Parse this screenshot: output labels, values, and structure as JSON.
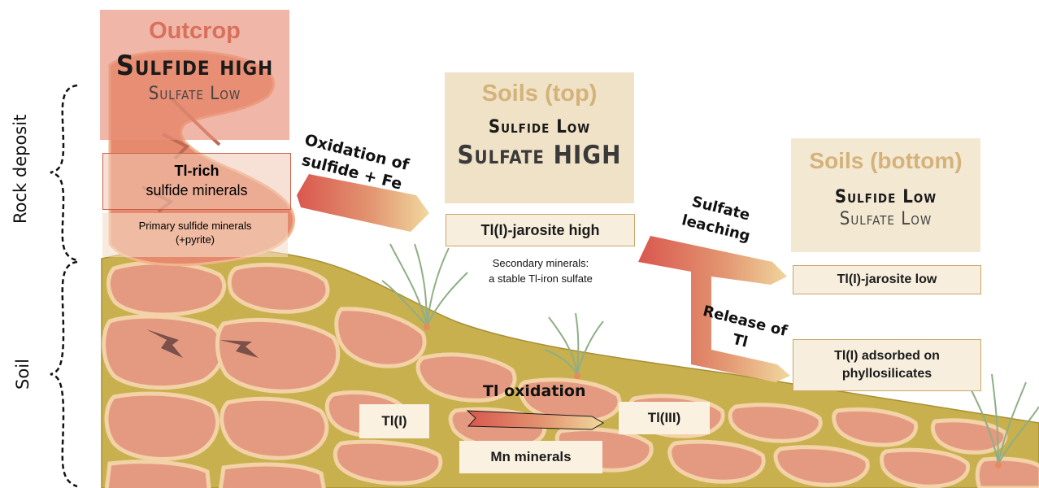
{
  "side_labels": {
    "rock_deposit": "Rock deposit",
    "soil": "Soil"
  },
  "outcrop": {
    "title": "Outcrop",
    "sulfide": "Sulfide high",
    "sulfate": "Sulfate Low",
    "tl_rich_line1": "Tl-rich",
    "tl_rich_line2": "sulfide minerals",
    "primary_line1": "Primary sulfide minerals",
    "primary_line2": "(+pyrite)"
  },
  "soils_top": {
    "title": "Soils (top)",
    "sulfide": "Sulfide Low",
    "sulfate": "Sulfate HIGH",
    "jarosite": "Tl(I)-jarosite high",
    "secondary_line1": "Secondary minerals:",
    "secondary_line2": "a stable Tl-iron sulfate"
  },
  "soils_bottom": {
    "title": "Soils (bottom)",
    "sulfide": "Sulfide Low",
    "sulfate": "Sulfate Low",
    "jarosite": "Tl(I)-jarosite low",
    "adsorbed_line1": "Tl(I) adsorbed on",
    "adsorbed_line2": "phyllosilicates"
  },
  "processes": {
    "oxidation_line1": "Oxidation of",
    "oxidation_line2": "sulfide + Fe",
    "sulfate_line1": "Sulfate",
    "sulfate_line2": "leaching",
    "release_line1": "Release of",
    "release_line2": "Tl",
    "tl_oxidation": "Tl oxidation"
  },
  "redox": {
    "tl1": "Tl(I)",
    "tl3": "Tl(III)",
    "mn": "Mn minerals"
  },
  "colors": {
    "soil_matrix": "#c8b04e",
    "rock_chunk": "#e49a80",
    "rock_chunk_edge": "#f2d2a6",
    "outcrop_box": "#e8917a",
    "soil_box": "#f0e2c6",
    "arrow_start": "#d9574f",
    "arrow_end": "#f1d89e"
  }
}
